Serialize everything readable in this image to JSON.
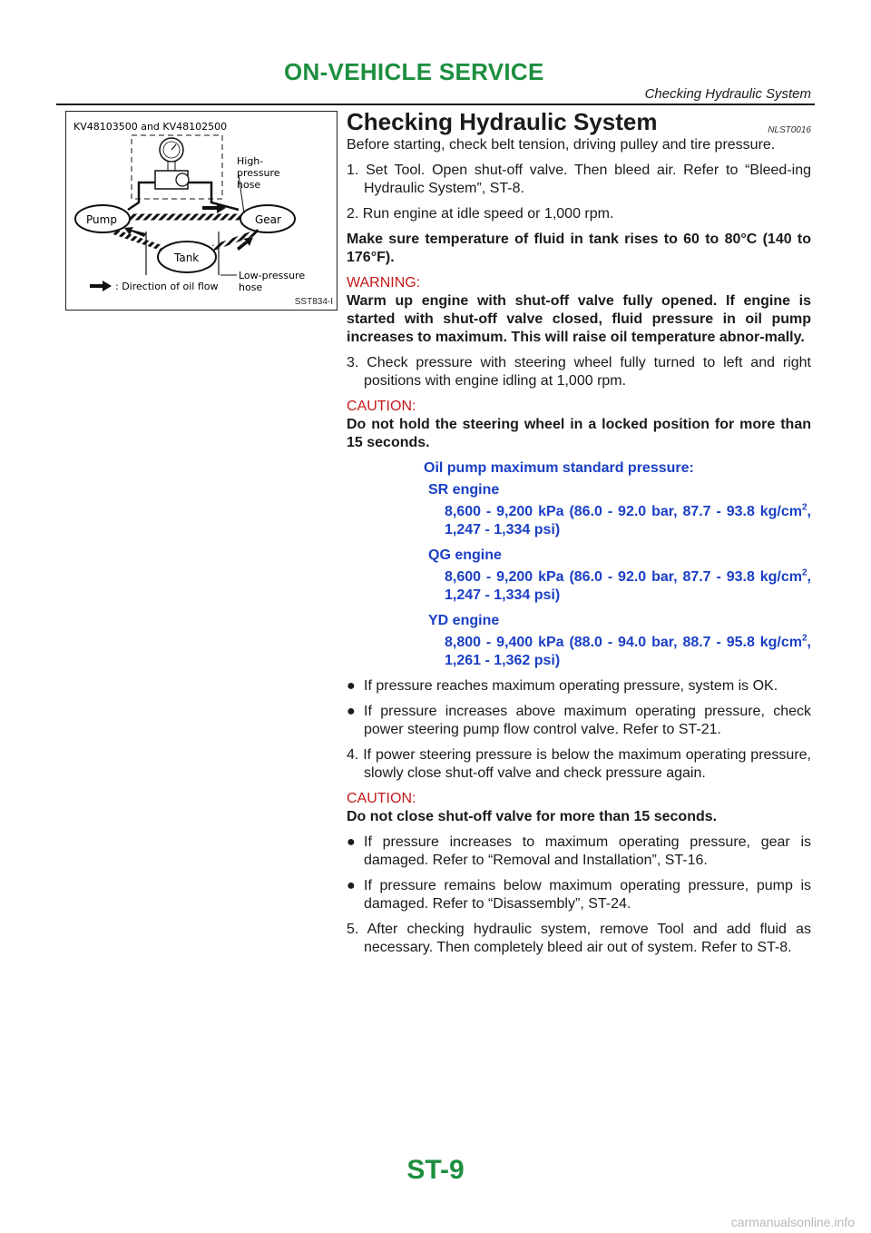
{
  "header": {
    "title": "ON-VEHICLE SERVICE",
    "subtitle": "Checking Hydraulic System"
  },
  "figure": {
    "tool_label": "KV48103500 and KV48102500",
    "labels": {
      "pump": "Pump",
      "gear": "Gear",
      "tank": "Tank",
      "high1": "High-",
      "high2": "pressure",
      "high3": "hose",
      "low1": "Low-pressure",
      "low2": "hose"
    },
    "legend": ": Direction of oil flow",
    "code": "SST834-I"
  },
  "section": {
    "title": "Checking Hydraulic System",
    "code": "NLST0016"
  },
  "body": {
    "intro": "Before starting, check belt tension, driving pulley and tire pressure.",
    "step1": "1. Set Tool. Open shut-off valve. Then bleed air. Refer to “Bleed-ing Hydraulic System”, ST-8.",
    "step2": "2. Run engine at idle speed or 1,000 rpm.",
    "note_temp": "Make sure temperature of fluid in tank rises to 60 to 80°C (140 to 176°F).",
    "warning_label": "WARNING:",
    "warning_text": "Warm up engine with shut-off valve fully opened. If engine is started with shut-off valve closed, fluid pressure in oil pump increases to maximum. This will raise oil temperature abnor-mally.",
    "step3": "3. Check pressure with steering wheel fully turned to left and right positions with engine idling at 1,000 rpm.",
    "caution1_label": "CAUTION:",
    "caution1_text": "Do not hold the steering wheel in a locked position for more than 15 seconds.",
    "spec_title": "Oil pump maximum standard pressure:",
    "specs": [
      {
        "engine": "SR engine",
        "value_a": "8,600 - 9,200 kPa (86.0 - 92.0 bar, 87.7 - 93.8 kg/cm",
        "value_b": ", 1,247 - 1,334 psi)"
      },
      {
        "engine": "QG engine",
        "value_a": "8,600 - 9,200 kPa (86.0 - 92.0 bar, 87.7 - 93.8 kg/cm",
        "value_b": ", 1,247 - 1,334 psi)"
      },
      {
        "engine": "YD engine",
        "value_a": "8,800 - 9,400 kPa (88.0 - 94.0 bar, 88.7 - 95.8 kg/cm",
        "value_b": ", 1,261 - 1,362 psi)"
      }
    ],
    "superscript": "2",
    "bullet_mark": "●",
    "bullet1": "If pressure reaches maximum operating pressure, system is OK.",
    "bullet2": "If pressure increases above maximum operating pressure, check power steering pump flow control valve. Refer to ST-21.",
    "step4": "4. If power steering pressure is below the maximum operating pressure, slowly close shut-off valve and check pressure again.",
    "caution2_label": "CAUTION:",
    "caution2_text": "Do not close shut-off valve for more than 15 seconds.",
    "bullet3": "If pressure increases to maximum operating pressure, gear is damaged. Refer to “Removal and Installation”, ST-16.",
    "bullet4": "If pressure remains below maximum operating pressure, pump is damaged. Refer to “Disassembly”, ST-24.",
    "step5": "5. After checking hydraulic system, remove Tool and add fluid as necessary. Then completely bleed air out of system. Refer to ST-8."
  },
  "footer": {
    "page": "ST-9",
    "watermark": "carmanualsonline.info"
  }
}
